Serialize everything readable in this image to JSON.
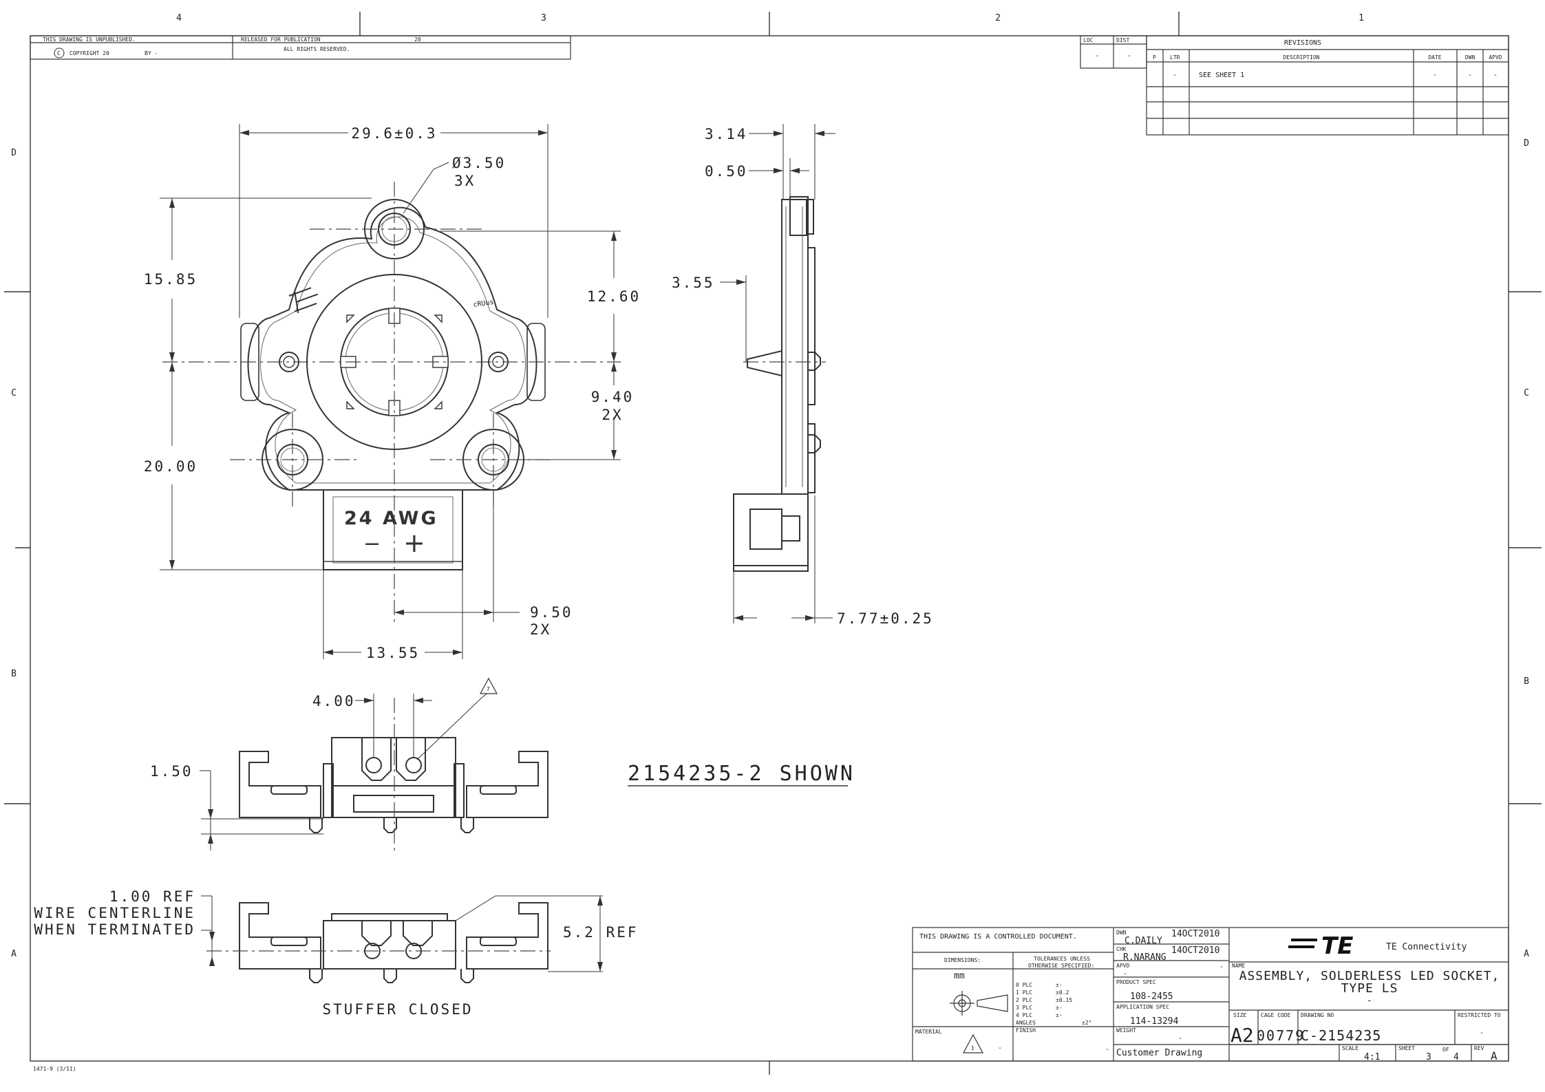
{
  "zones": {
    "columns": [
      "4",
      "3",
      "2",
      "1"
    ],
    "rows": [
      "D",
      "C",
      "B",
      "A"
    ]
  },
  "header": {
    "unpublished": "THIS DRAWING IS UNPUBLISHED.",
    "released": "RELEASED FOR PUBLICATION",
    "released_year": "20",
    "copyright": "COPYRIGHT 20",
    "copyright_by": "BY -",
    "rights": "ALL RIGHTS RESERVED.",
    "copyright_symbol": "C"
  },
  "loc_dist": {
    "loc_label": "LOC",
    "dist_label": "DIST",
    "loc_value": "-",
    "dist_value": "-"
  },
  "revisions": {
    "title": "REVISIONS",
    "col_p": "P",
    "col_ltr": "LTR",
    "col_desc": "DESCRIPTION",
    "col_date": "DATE",
    "col_dwn": "DWN",
    "col_apvd": "APVD",
    "row1": {
      "ltr": "-",
      "desc": "SEE SHEET 1",
      "date": "-",
      "dwn": "-",
      "apvd": "-"
    }
  },
  "front_view": {
    "width_dim": "29.6±0.3",
    "hole_dim": "Ø3.50",
    "hole_count": "3X",
    "h_15_85": "15.85",
    "h_12_60": "12.60",
    "h_9_40": "9.40",
    "h_9_40_count": "2X",
    "h_20_00": "20.00",
    "w_9_50": "9.50",
    "w_9_50_count": "2X",
    "w_13_55": "13.55",
    "label_awg": "24 AWG",
    "label_minus": "−",
    "label_plus": "+",
    "ul_mark": "cRUus"
  },
  "side_view": {
    "d_3_14": "3.14",
    "d_0_50": "0.50",
    "d_3_55": "3.55",
    "d_7_77": "7.77±0.25"
  },
  "bottom_view": {
    "d_4_00": "4.00",
    "d_1_50": "1.50",
    "flag": "7"
  },
  "stuffer_view": {
    "d_1_00": "1.00 REF",
    "note_line1": "WIRE CENTERLINE",
    "note_line2": "WHEN TERMINATED",
    "d_5_2": "5.2 REF",
    "caption": "STUFFER CLOSED"
  },
  "shown_note": "2154235-2 SHOWN",
  "title_block": {
    "controlled": "THIS DRAWING IS A CONTROLLED DOCUMENT.",
    "dwn_label": "DWN",
    "dwn_name": "C.DAILY",
    "dwn_date": "14OCT2010",
    "chk_label": "CHK",
    "chk_name": "R.NARANG",
    "chk_date": "14OCT2010",
    "apvd_label": "APVD",
    "apvd_name": "-",
    "apvd_date": "-",
    "dimensions_label": "DIMENSIONS:",
    "dimensions_unit": "mm",
    "tol_title1": "TOLERANCES UNLESS",
    "tol_title2": "OTHERWISE SPECIFIED:",
    "tol": [
      {
        "plc": "0 PLC",
        "val": "±-"
      },
      {
        "plc": "1 PLC",
        "val": "±0.2"
      },
      {
        "plc": "2 PLC",
        "val": "±0.15"
      },
      {
        "plc": "3 PLC",
        "val": "±-"
      },
      {
        "plc": "4 PLC",
        "val": "±-"
      }
    ],
    "angles_label": "ANGLES",
    "angles_val": "±2°",
    "product_spec_label": "PRODUCT SPEC",
    "product_spec": "108-2455",
    "app_spec_label": "APPLICATION SPEC",
    "app_spec": "114-13294",
    "weight_label": "WEIGHT",
    "weight": "-",
    "material_label": "MATERIAL",
    "material": "-",
    "finish_label": "FINISH",
    "finish": "-",
    "material_flag": "1",
    "company_logo": "TE",
    "company_name": "TE Connectivity",
    "name_label": "NAME",
    "name_line1": "ASSEMBLY, SOLDERLESS LED SOCKET,",
    "name_line2": "TYPE LS",
    "name_line3": "-",
    "size_label": "SIZE",
    "size": "A2",
    "cage_label": "CAGE CODE",
    "cage": "00779",
    "dwg_label": "DRAWING NO",
    "dwg_no": "C-2154235",
    "restricted_label": "RESTRICTED TO",
    "restricted": "-",
    "scale_label": "SCALE",
    "scale": "4:1",
    "sheet_label": "SHEET",
    "sheet": "3",
    "sheet_of": "OF",
    "sheet_total": "4",
    "rev_label": "REV",
    "rev": "A",
    "customer": "Customer Drawing"
  },
  "form_number": "1471-9 (3/11)"
}
